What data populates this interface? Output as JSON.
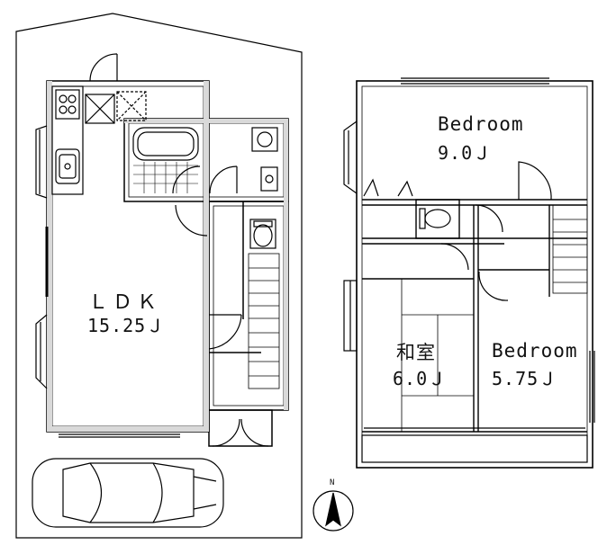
{
  "floor1": {
    "ldk": {
      "name": "ＬＤＫ",
      "area": "15.25Ｊ"
    }
  },
  "floor2": {
    "bedroom_north": {
      "name": "Bedroom",
      "area": "9.0Ｊ"
    },
    "washitsu": {
      "name": "和室",
      "area": "6.0Ｊ"
    },
    "bedroom_south": {
      "name": "Bedroom",
      "area": "5.75Ｊ"
    }
  },
  "compass": {
    "label": "N"
  }
}
